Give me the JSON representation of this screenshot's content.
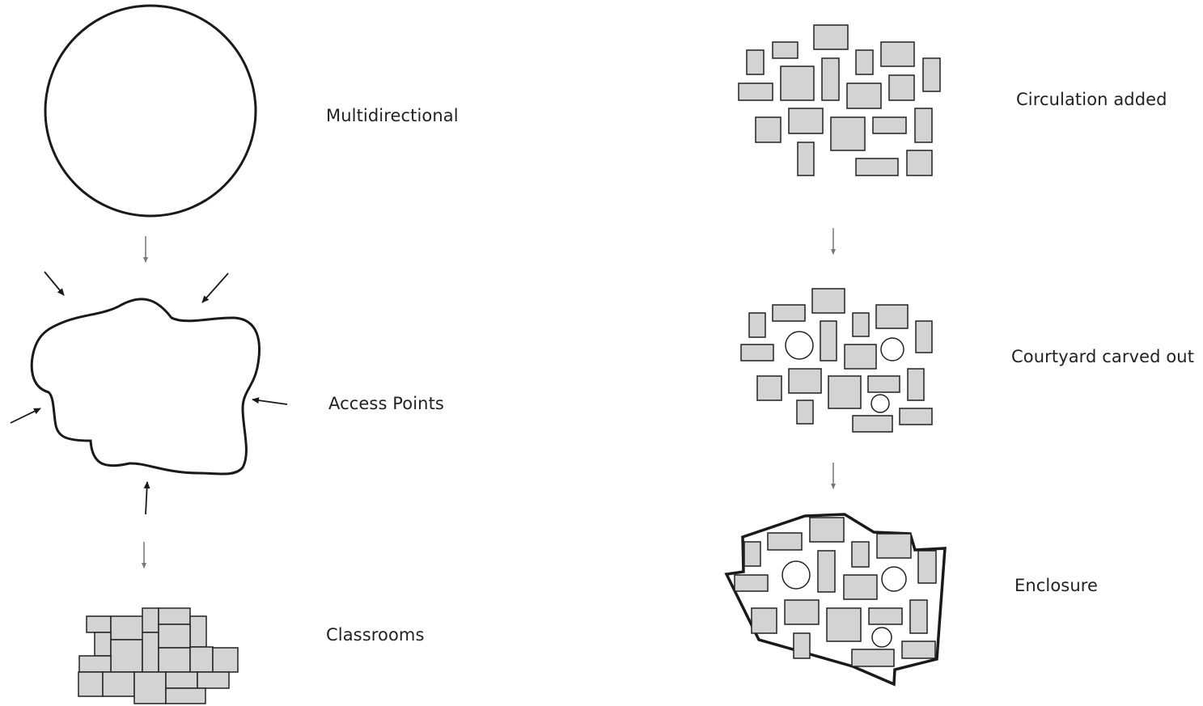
{
  "labels": {
    "multidirectional": "Multidirectional",
    "access_points": "Access Points",
    "classrooms": "Classrooms",
    "circulation_added": "Circulation added",
    "courtyard_carved_out": "Courtyard carved out",
    "enclosure": "Enclosure"
  },
  "colors": {
    "room_fill": "#d3d3d3",
    "stroke": "#1a1a1a",
    "flow_arrow": "#777777"
  }
}
